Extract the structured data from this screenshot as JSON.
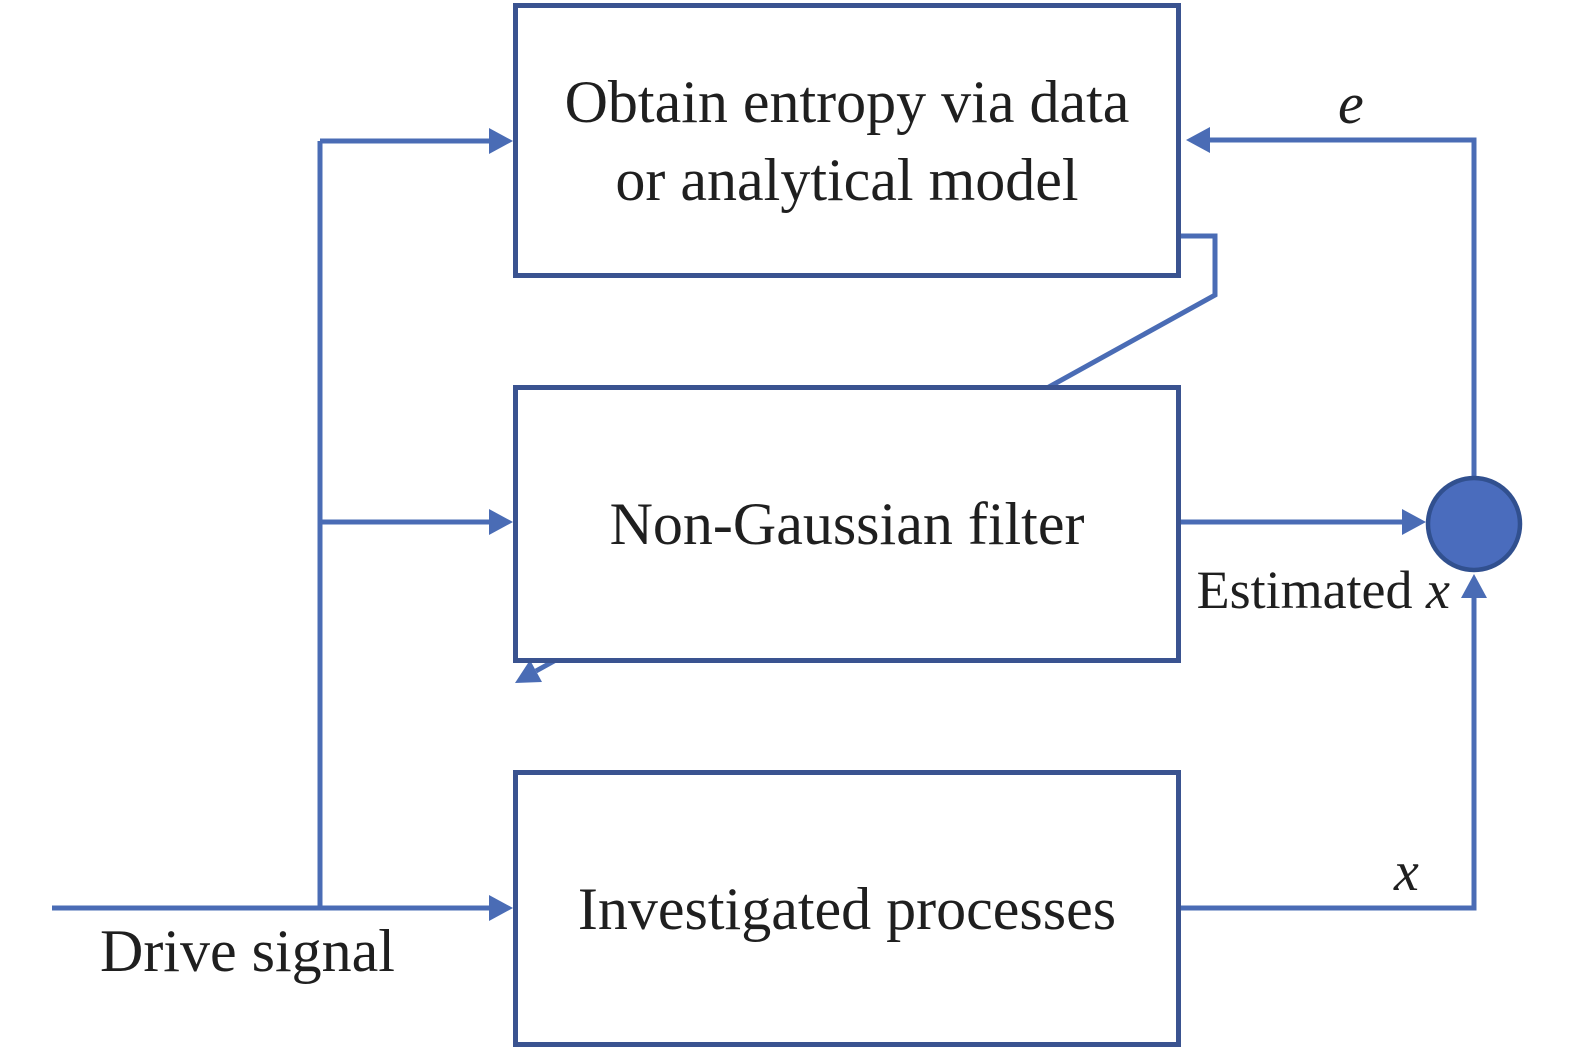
{
  "colors": {
    "box-border": "#3A5390",
    "connector": "#4A6CB5",
    "junction-fill": "#4A6CBD",
    "junction-stroke": "#31508F",
    "text": "#1F1F1F"
  },
  "diagram": {
    "boxes": {
      "entropy": {
        "label": "Obtain entropy via data\nor analytical model"
      },
      "filter": {
        "label": "Non-Gaussian filter"
      },
      "processes": {
        "label": "Investigated processes"
      }
    },
    "labels": {
      "error": "e",
      "drive": "Drive signal",
      "estimated_prefix": "Estimated ",
      "estimated_var": "x",
      "output_var": "x"
    }
  }
}
